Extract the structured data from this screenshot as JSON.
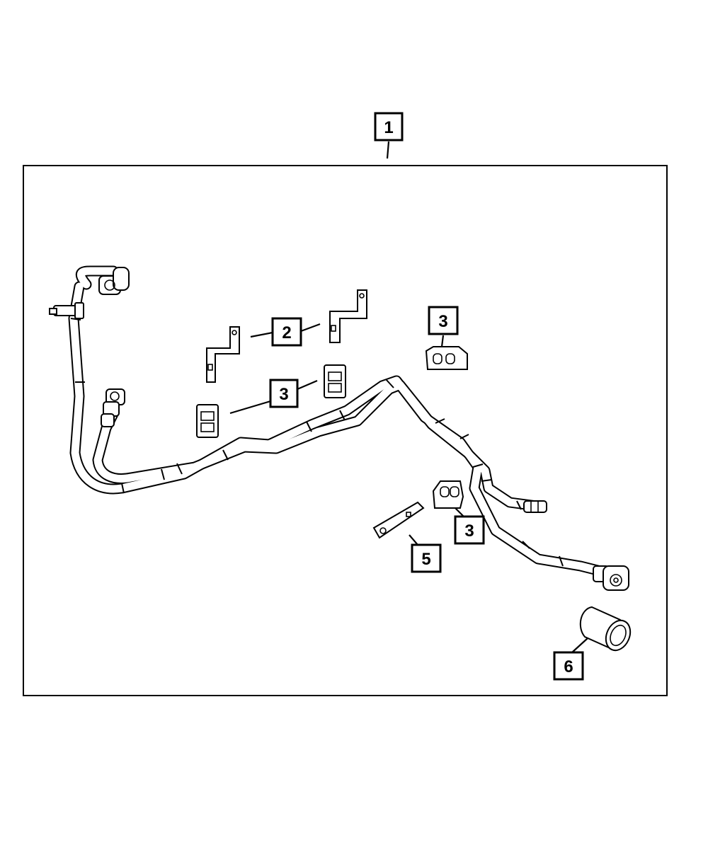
{
  "diagram": {
    "callouts": [
      {
        "id": "1",
        "label": "1"
      },
      {
        "id": "2",
        "label": "2"
      },
      {
        "id": "3a",
        "label": "3"
      },
      {
        "id": "3b",
        "label": "3"
      },
      {
        "id": "3c",
        "label": "3"
      },
      {
        "id": "5",
        "label": "5"
      },
      {
        "id": "6",
        "label": "6"
      }
    ]
  }
}
